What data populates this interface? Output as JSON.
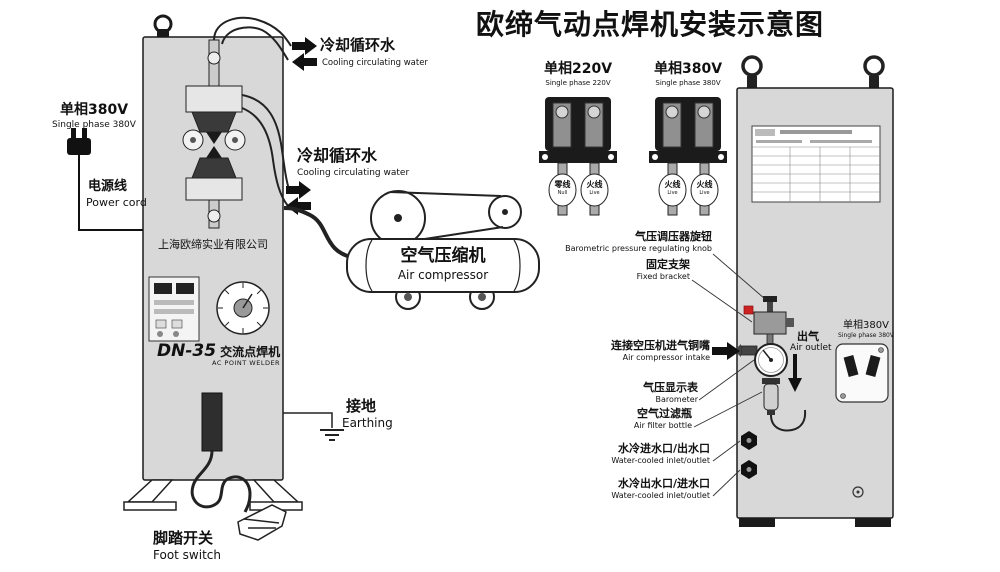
{
  "title": "欧缔气动点焊机安装示意图",
  "left_machine": {
    "power_cn": "单相380V",
    "power_en": "Single phase 380V",
    "cord_cn": "电源线",
    "cord_en": "Power cord",
    "company": "上海欧缔实业有限公司",
    "model": "DN-35",
    "model_type_cn": "交流点焊机",
    "model_type_en": "AC POINT WELDER",
    "earthing_cn": "接地",
    "earthing_en": "Earthing",
    "foot_cn": "脚踏开关",
    "foot_en": "Foot switch"
  },
  "cooling": {
    "top_cn": "冷却循环水",
    "top_en": "Cooling circulating water",
    "mid_cn": "冷却循环水",
    "mid_en": "Cooling circulating water"
  },
  "compressor": {
    "cn": "空气压缩机",
    "en": "Air compressor"
  },
  "plug220": {
    "cn": "单相220V",
    "en": "Single phase 220V",
    "wire1_cn": "零线",
    "wire1_en": "Null",
    "wire2_cn": "火线",
    "wire2_en": "Live"
  },
  "plug380": {
    "cn": "单相380V",
    "en": "Single phase 380V",
    "wire1_cn": "火线",
    "wire1_en": "Live",
    "wire2_cn": "火线",
    "wire2_en": "Live"
  },
  "callouts": {
    "regulator_cn": "气压调压器旋钮",
    "regulator_en": "Barometric pressure regulating knob",
    "bracket_cn": "固定支架",
    "bracket_en": "Fixed bracket",
    "intake_cn": "连接空压机进气铜嘴",
    "intake_en": "Air compressor intake",
    "barometer_cn": "气压显示表",
    "barometer_en": "Barometer",
    "filter_cn": "空气过滤瓶",
    "filter_en": "Air filter bottle",
    "water1_cn": "水冷进水口/出水口",
    "water1_en": "Water-cooled inlet/outlet",
    "water2_cn": "水冷出水口/进水口",
    "water2_en": "Water-cooled inlet/outlet"
  },
  "right_machine": {
    "air_out_cn": "出气",
    "air_out_en": "Air outlet",
    "power_cn": "单相380V",
    "power_en": "Single phase 380V"
  }
}
